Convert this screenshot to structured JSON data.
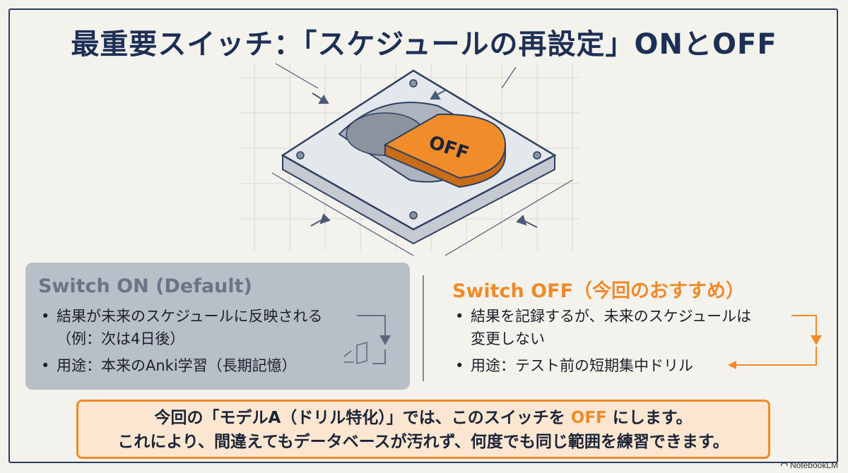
{
  "title": "最重要スイッチ：「スケジュールの再設定」ONとOFF",
  "illustration": {
    "button_label": "OFF"
  },
  "switch_on": {
    "heading": "Switch ON (Default)",
    "bullets": [
      {
        "line1": "結果が未来のスケジュールに反映される",
        "line2": "（例：次は4日後）"
      },
      {
        "line1": "用途：本来のAnki学習（長期記憶）"
      }
    ]
  },
  "switch_off": {
    "heading": "Switch OFF（今回のおすすめ）",
    "bullets": [
      {
        "line1": "結果を記録するが、未来のスケジュールは",
        "line2": "変更しない"
      },
      {
        "line1": "用途：テスト前の短期集中ドリル"
      }
    ]
  },
  "bullet_symbol": "•",
  "summary": {
    "line1_pre": "今回の「モデルA（ドリル特化）」では、このスイッチを ",
    "line1_highlight": "OFF",
    "line1_post": " にします。",
    "line2": "これにより、間違えてもデータベースが汚れず、何度でも同じ範囲を練習できます。"
  },
  "logo": "NotebookLM",
  "colors": {
    "accent_orange": "#ef8a2a",
    "navy": "#1c2f55",
    "panel_gray": "#b9bfc8",
    "background": "#f4f2ec"
  }
}
